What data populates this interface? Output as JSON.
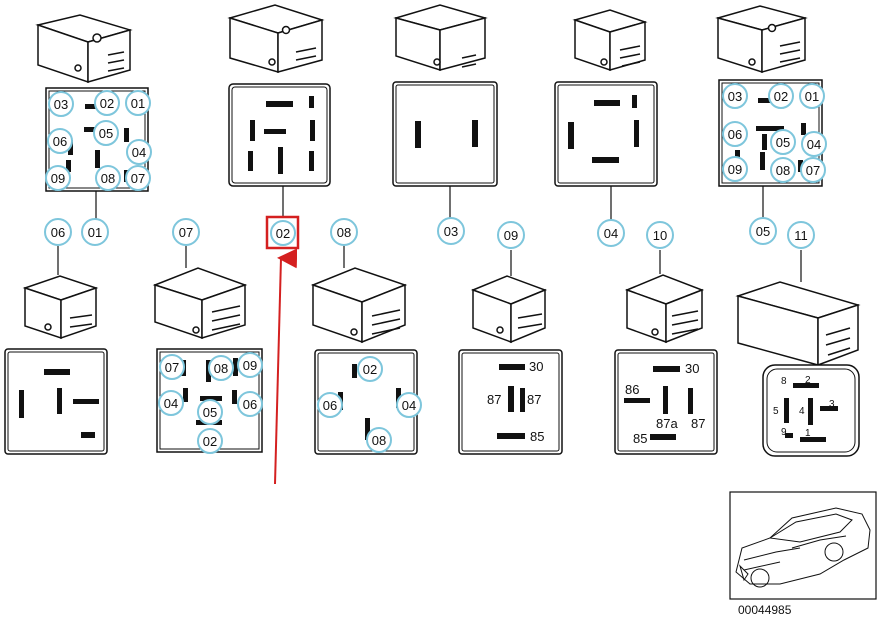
{
  "diagram": {
    "callouts": [
      "01",
      "02",
      "03",
      "04",
      "05",
      "06",
      "07",
      "08",
      "09",
      "10",
      "11"
    ],
    "selected_callout": "02",
    "part_number": "00044985",
    "pins_relay_01": [
      "03",
      "02",
      "01",
      "06",
      "05",
      "04",
      "09",
      "08",
      "07"
    ],
    "pins_relay_05": [
      "03",
      "02",
      "01",
      "06",
      "05",
      "04",
      "09",
      "08",
      "07"
    ],
    "pins_relay_07": [
      "07",
      "08",
      "09",
      "04",
      "05",
      "06",
      "02"
    ],
    "pins_relay_08": [
      "02",
      "06",
      "04",
      "08"
    ],
    "terminals_relay_09": [
      "30",
      "87",
      "87",
      "85"
    ],
    "terminals_relay_10": [
      "30",
      "86",
      "87a",
      "87",
      "85"
    ],
    "terminals_relay_11": [
      "8",
      "2",
      "5",
      "4",
      "3",
      "9",
      "1"
    ],
    "colors": {
      "line": "#111111",
      "callout_ring": "#7ec6dc",
      "highlight": "#d42020"
    }
  }
}
